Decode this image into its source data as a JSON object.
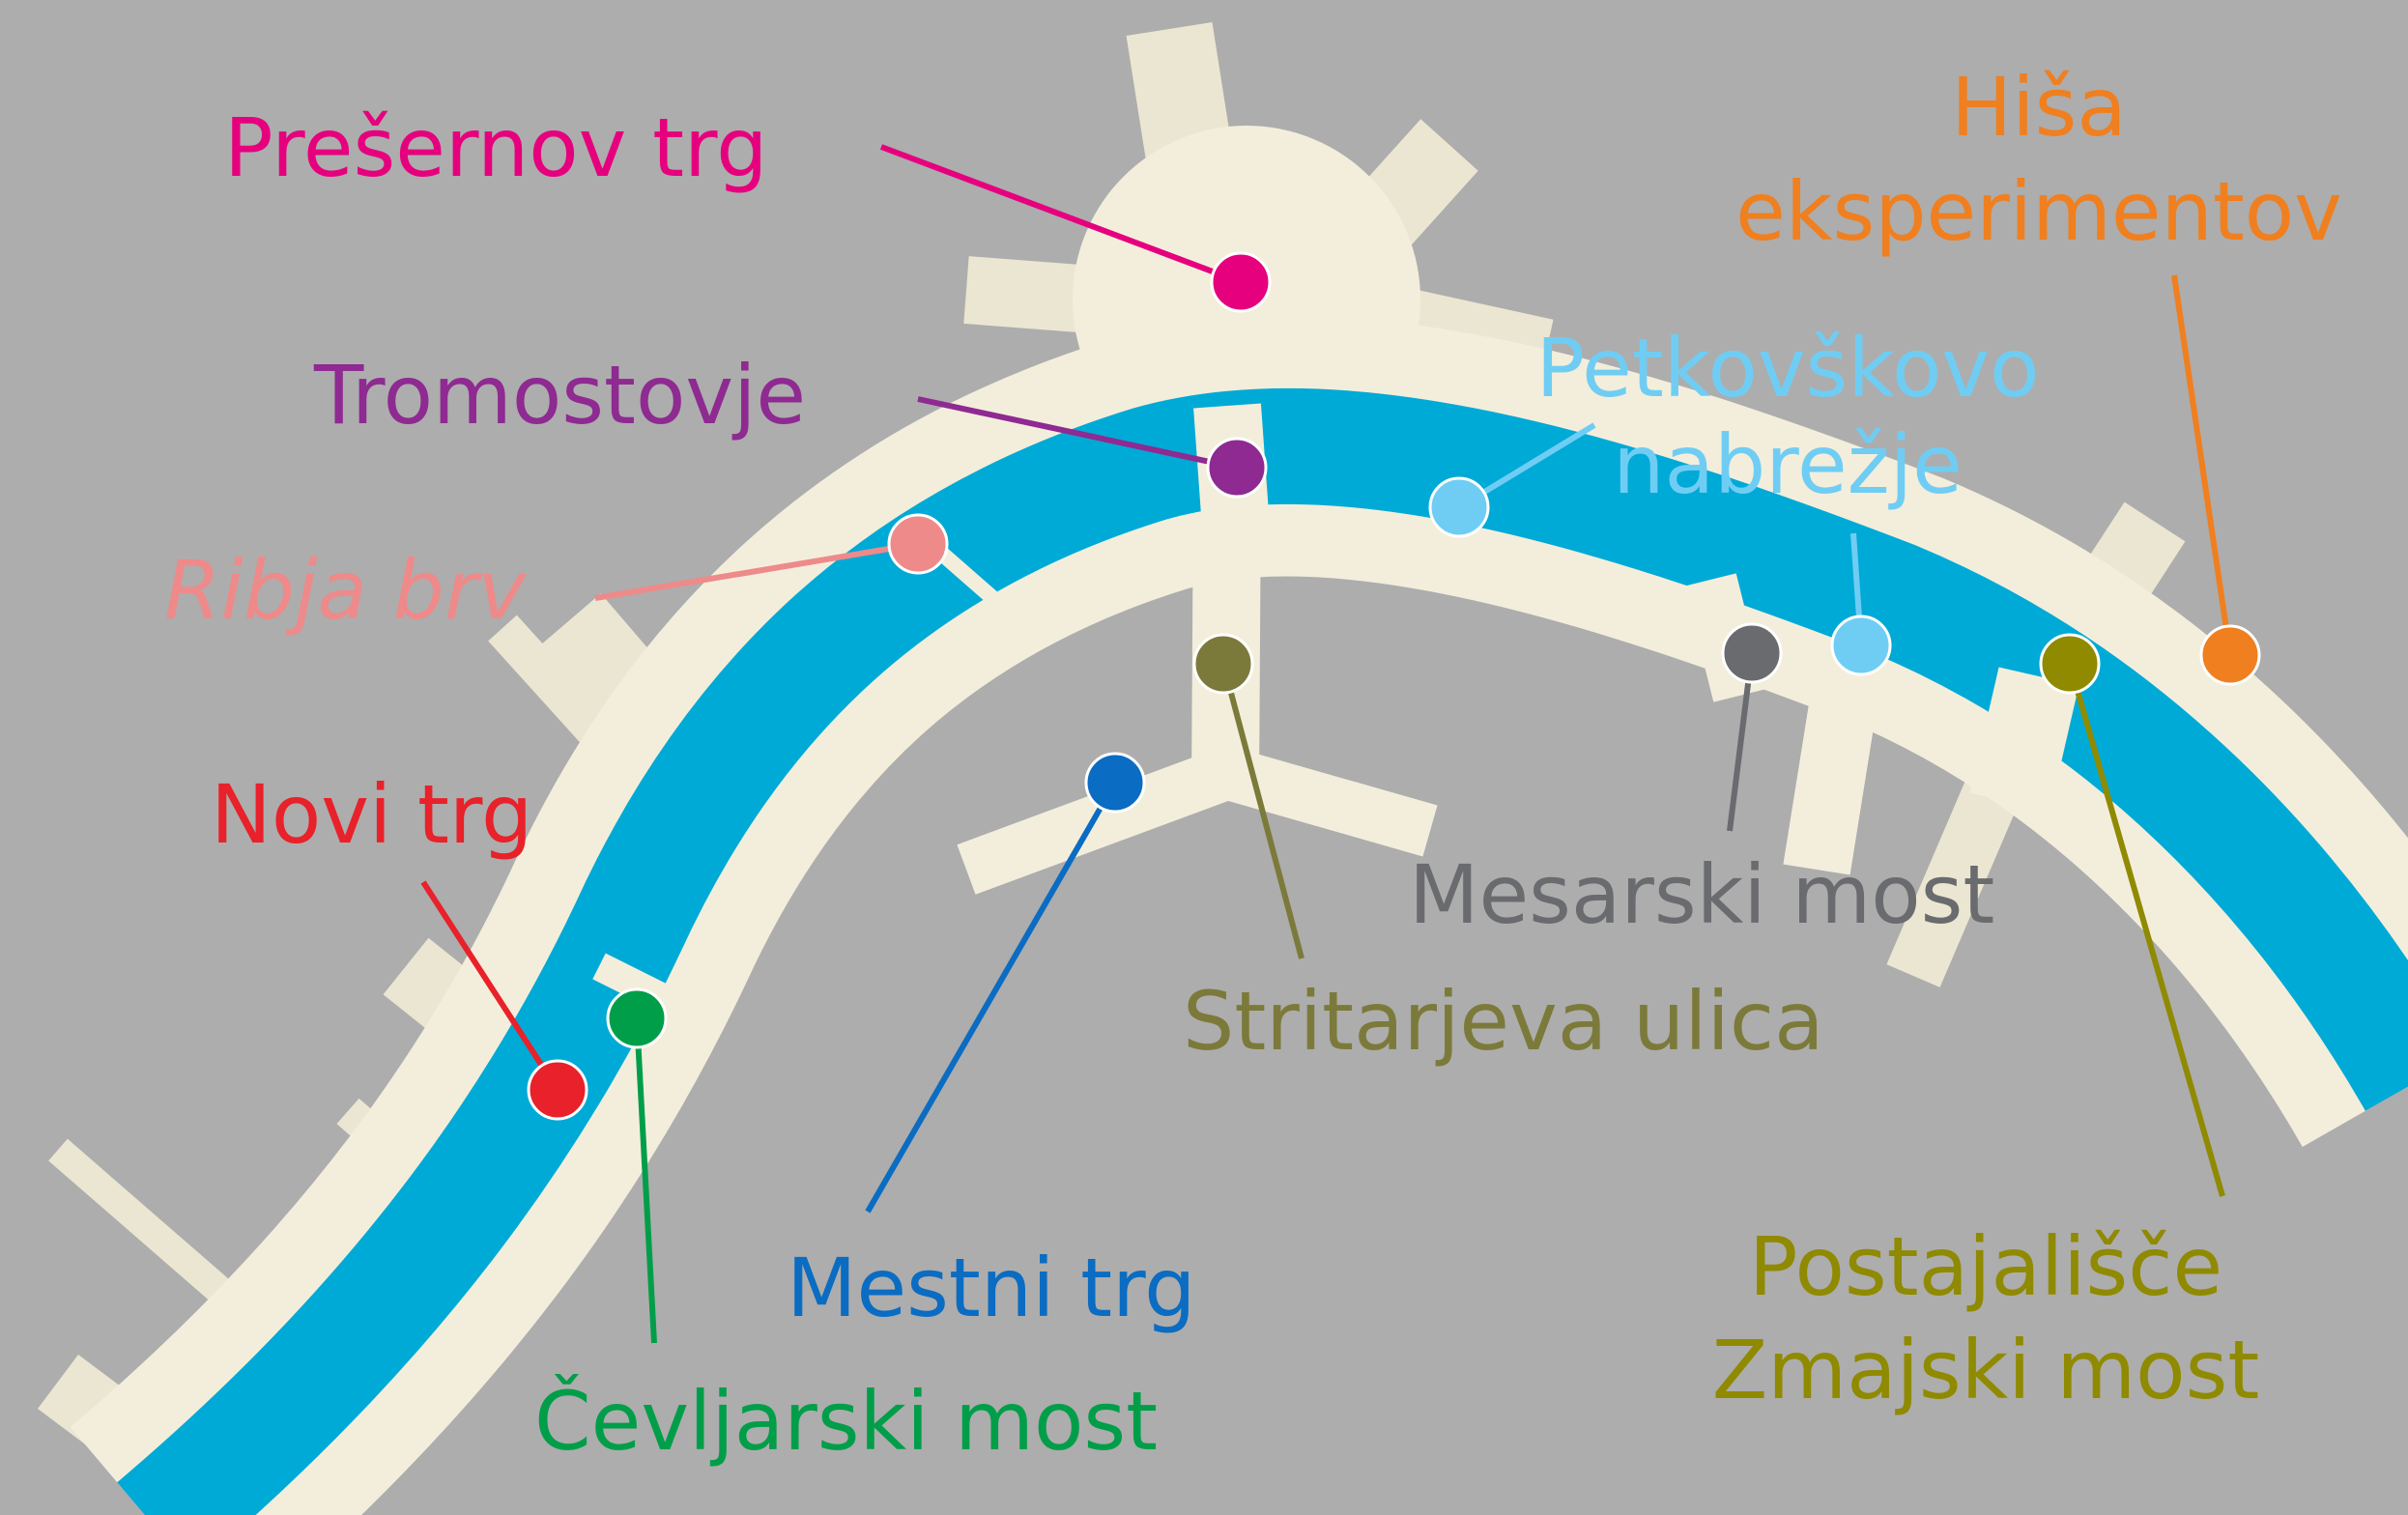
{
  "colors": {
    "background": "#adadad",
    "street": "#f3eedc",
    "river": "#00aad6"
  },
  "landmarks": [
    {
      "id": "presernov-trg",
      "lines": [
        "Prešernov trg"
      ],
      "color": "#e6007e"
    },
    {
      "id": "tromostovje",
      "lines": [
        "Tromostovje"
      ],
      "color": "#8e2a91"
    },
    {
      "id": "ribja-brv",
      "lines": [
        "Ribja brv"
      ],
      "color": "#ee8a8a"
    },
    {
      "id": "novi-trg",
      "lines": [
        "Novi trg"
      ],
      "color": "#e8212a"
    },
    {
      "id": "cevljarski-most",
      "lines": [
        "Čevljarski most"
      ],
      "color": "#009e49"
    },
    {
      "id": "mestni-trg",
      "lines": [
        "Mestni trg"
      ],
      "color": "#0a6cc2"
    },
    {
      "id": "stritarjeva-ulica",
      "lines": [
        "Stritarjeva ulica"
      ],
      "color": "#7c7a3a"
    },
    {
      "id": "mesarski-most",
      "lines": [
        "Mesarski most"
      ],
      "color": "#6a6b6e"
    },
    {
      "id": "petkovskovo-nabrezje",
      "lines": [
        "Petkovškovo",
        "nabrežje"
      ],
      "color": "#6fcdf4"
    },
    {
      "id": "hisa-eksperimentov",
      "lines": [
        "Hiša",
        "eksperimentov"
      ],
      "color": "#f07f1f"
    },
    {
      "id": "postajalisce-zmajski-most",
      "lines": [
        "Postajališče",
        "Zmajski most"
      ],
      "color": "#8f8a00"
    }
  ]
}
